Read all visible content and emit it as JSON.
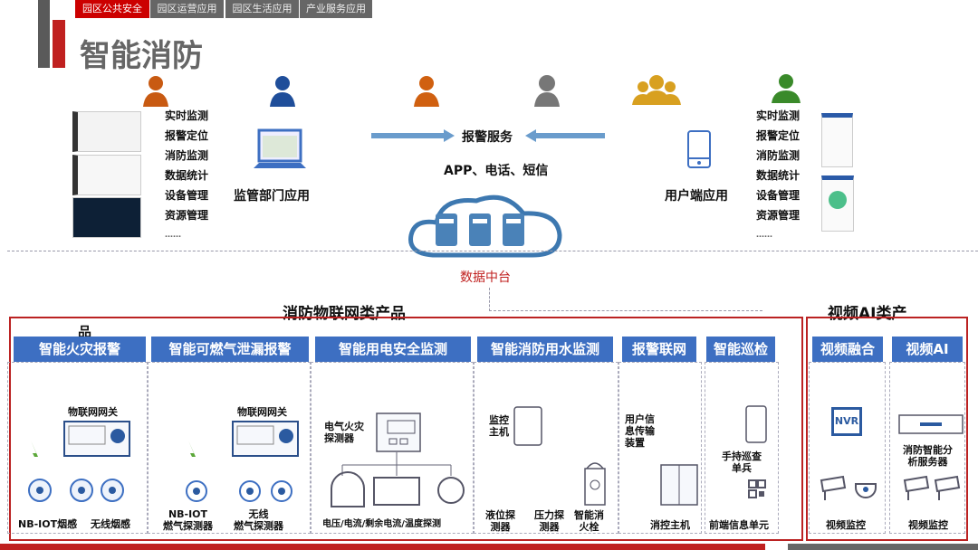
{
  "tabs": [
    "园区公共安全",
    "园区运营应用",
    "园区生活应用",
    "产业服务应用"
  ],
  "title": "智能消防",
  "colors": {
    "accent": "#cc0000",
    "blue": "#3d6fc2",
    "gray": "#666666"
  },
  "left_app": {
    "features": [
      "实时监测",
      "报警定位",
      "消防监测",
      "数据统计",
      "设备管理",
      "资源管理",
      "……"
    ],
    "label": "监管部门应用"
  },
  "alarm": {
    "title": "报警服务",
    "channels": "APP、电话、短信"
  },
  "user_app": {
    "label": "用户端应用",
    "features": [
      "实时监测",
      "报警定位",
      "消防监测",
      "数据统计",
      "设备管理",
      "资源管理",
      "……"
    ]
  },
  "data_center": "数据中台",
  "iot_section": {
    "title": "消防物联网类产品",
    "overflow": "品",
    "columns": [
      {
        "header": "智能火灾报警",
        "labels": [
          "物联网网关",
          "NB-IOT烟感",
          "无线烟感"
        ]
      },
      {
        "header": "智能可燃气泄漏报警",
        "labels": [
          "物联网网关",
          "NB-IOT\n燃气探测器",
          "无线\n燃气探测器"
        ]
      },
      {
        "header": "智能用电安全监测",
        "labels": [
          "电气火灾\n探测器",
          "电压/电流/剩余电流/温度探测"
        ]
      },
      {
        "header": "智能消防用水监测",
        "labels": [
          "监控\n主机",
          "液位探\n测器",
          "压力探\n测器",
          "智能消\n火栓"
        ]
      },
      {
        "header": "报警联网",
        "labels": [
          "用户信\n息传输\n装置",
          "消控主机"
        ]
      },
      {
        "header": "智能巡检",
        "labels": [
          "手持巡查\n单兵",
          "前端信息单元"
        ]
      }
    ]
  },
  "video_section": {
    "title": "视频AI类产",
    "columns": [
      {
        "header": "视频融合",
        "labels": [
          "NVR",
          "视频监控"
        ]
      },
      {
        "header": "视频AI",
        "labels": [
          "消防智能分\n析服务器",
          "视频监控"
        ]
      }
    ]
  }
}
